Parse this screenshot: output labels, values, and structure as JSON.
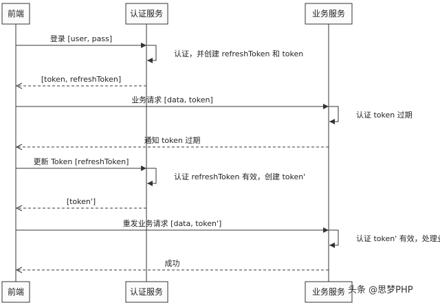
{
  "participants": [
    {
      "id": "frontend",
      "label": "前端"
    },
    {
      "id": "auth",
      "label": "认证服务"
    },
    {
      "id": "biz",
      "label": "业务服务"
    }
  ],
  "messages": [
    {
      "from": "frontend",
      "to": "auth",
      "style": "solid",
      "label": "登录 [user, pass]"
    },
    {
      "from": "auth",
      "to": "auth",
      "style": "self",
      "label": "认证，并创建 refreshToken 和 token"
    },
    {
      "from": "auth",
      "to": "frontend",
      "style": "dashed",
      "label": "[token, refreshToken]"
    },
    {
      "from": "frontend",
      "to": "biz",
      "style": "solid",
      "label": "业务请求 [data, token]"
    },
    {
      "from": "biz",
      "to": "biz",
      "style": "self",
      "label": "认证 token 过期"
    },
    {
      "from": "biz",
      "to": "frontend",
      "style": "dashed",
      "label": "通知 token 过期"
    },
    {
      "from": "frontend",
      "to": "auth",
      "style": "solid",
      "label": "更新 Token [refreshToken]"
    },
    {
      "from": "auth",
      "to": "auth",
      "style": "self",
      "label": "认证 refreshToken 有效，创建 token'"
    },
    {
      "from": "auth",
      "to": "frontend",
      "style": "dashed",
      "label": "[token']"
    },
    {
      "from": "frontend",
      "to": "biz",
      "style": "solid",
      "label": "重发业务请求 [data, token']"
    },
    {
      "from": "biz",
      "to": "biz",
      "style": "self",
      "label": "认证 token' 有效，处理业"
    },
    {
      "from": "biz",
      "to": "frontend",
      "style": "dashed",
      "label": "成功"
    }
  ],
  "watermark": "头条 @思梦PHP"
}
